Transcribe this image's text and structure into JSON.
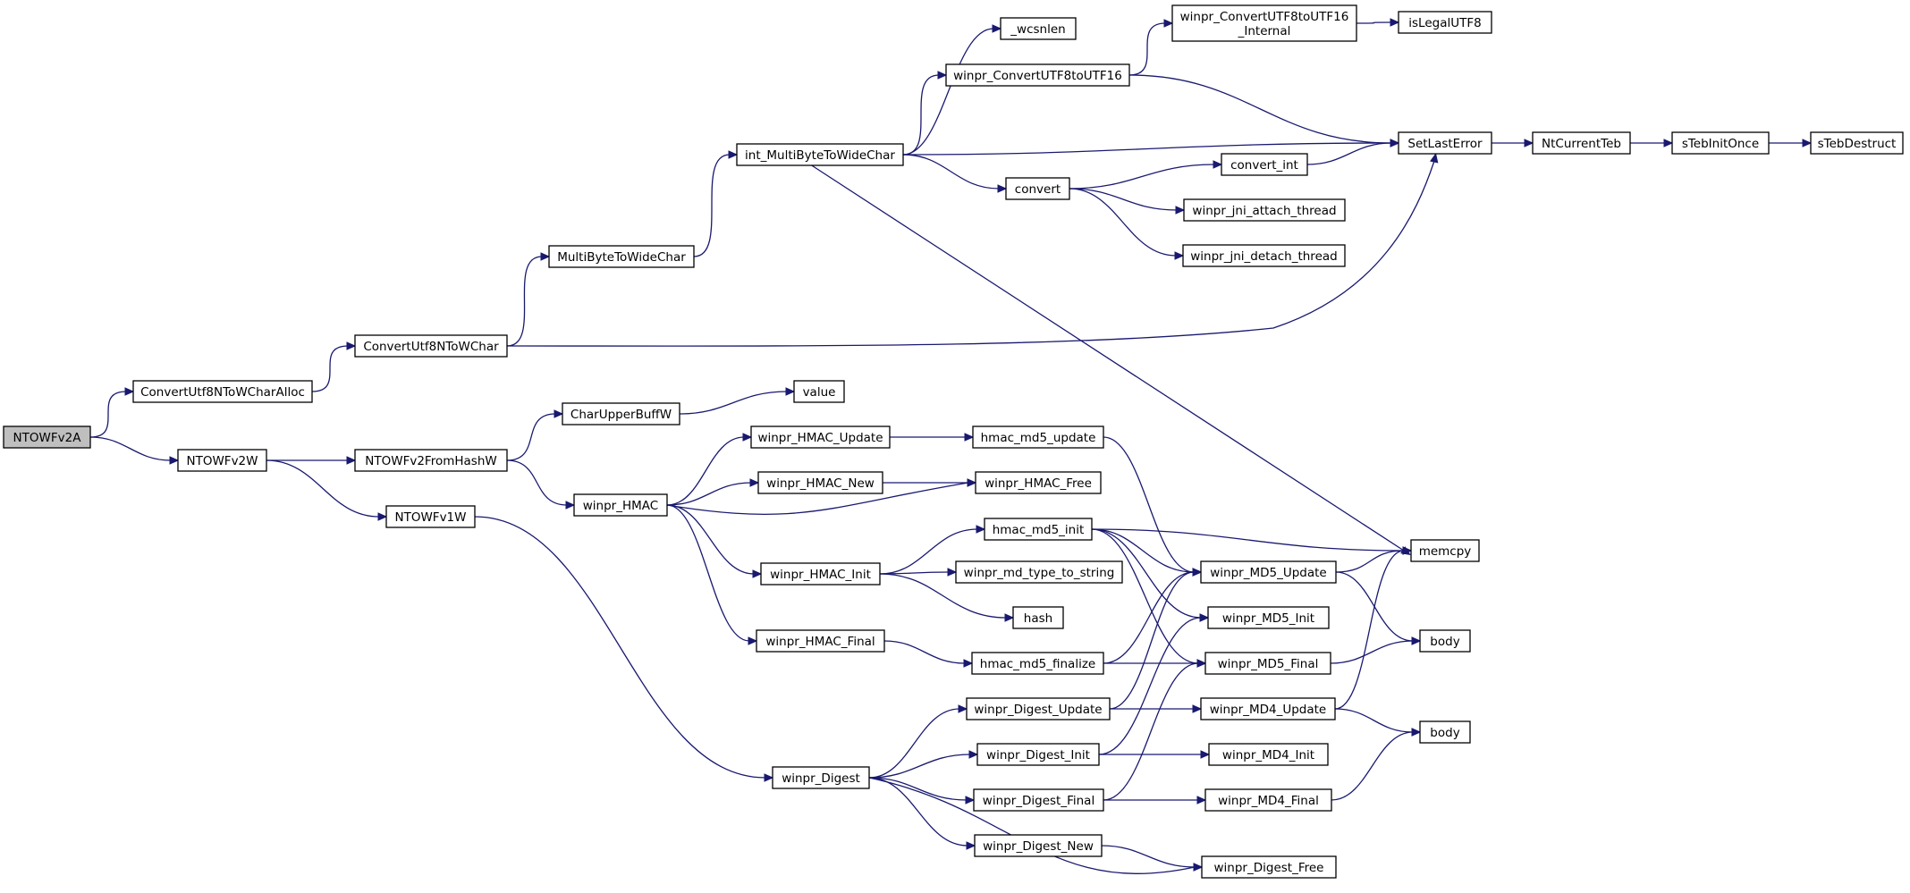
{
  "colors": {
    "edge": "#191970",
    "root_fill": "#bfbfbf",
    "node_fill": "#ffffff",
    "node_border": "#000000"
  },
  "nodes": [
    {
      "id": "NTOWFv2A",
      "label": [
        "NTOWFv2A"
      ],
      "root": true
    },
    {
      "id": "ConvertUtf8NToWCharAlloc",
      "label": [
        "ConvertUtf8NToWCharAlloc"
      ]
    },
    {
      "id": "NTOWFv2W",
      "label": [
        "NTOWFv2W"
      ]
    },
    {
      "id": "ConvertUtf8NToWChar",
      "label": [
        "ConvertUtf8NToWChar"
      ]
    },
    {
      "id": "NTOWFv2FromHashW",
      "label": [
        "NTOWFv2FromHashW"
      ]
    },
    {
      "id": "NTOWFv1W",
      "label": [
        "NTOWFv1W"
      ]
    },
    {
      "id": "MultiByteToWideChar",
      "label": [
        "MultiByteToWideChar"
      ]
    },
    {
      "id": "CharUpperBuffW",
      "label": [
        "CharUpperBuffW"
      ]
    },
    {
      "id": "winpr_HMAC",
      "label": [
        "winpr_HMAC"
      ]
    },
    {
      "id": "int_MultiByteToWideChar",
      "label": [
        "int_MultiByteToWideChar"
      ]
    },
    {
      "id": "winpr_HMAC_Update",
      "label": [
        "winpr_HMAC_Update"
      ]
    },
    {
      "id": "winpr_HMAC_New",
      "label": [
        "winpr_HMAC_New"
      ]
    },
    {
      "id": "winpr_HMAC_Init",
      "label": [
        "winpr_HMAC_Init"
      ]
    },
    {
      "id": "winpr_HMAC_Final",
      "label": [
        "winpr_HMAC_Final"
      ]
    },
    {
      "id": "winpr_Digest",
      "label": [
        "winpr_Digest"
      ]
    },
    {
      "id": "value",
      "label": [
        "value"
      ]
    },
    {
      "id": "_wcsnlen",
      "label": [
        "_wcsnlen"
      ]
    },
    {
      "id": "winpr_ConvertUTF8toUTF16",
      "label": [
        "winpr_ConvertUTF8toUTF16"
      ]
    },
    {
      "id": "convert",
      "label": [
        "convert"
      ]
    },
    {
      "id": "hmac_md5_update",
      "label": [
        "hmac_md5_update"
      ]
    },
    {
      "id": "winpr_HMAC_Free",
      "label": [
        "winpr_HMAC_Free"
      ]
    },
    {
      "id": "hmac_md5_init",
      "label": [
        "hmac_md5_init"
      ]
    },
    {
      "id": "winpr_md_type_to_string",
      "label": [
        "winpr_md_type_to_string"
      ]
    },
    {
      "id": "hash",
      "label": [
        "hash"
      ]
    },
    {
      "id": "hmac_md5_finalize",
      "label": [
        "hmac_md5_finalize"
      ]
    },
    {
      "id": "winpr_Digest_Update",
      "label": [
        "winpr_Digest_Update"
      ]
    },
    {
      "id": "winpr_Digest_Init",
      "label": [
        "winpr_Digest_Init"
      ]
    },
    {
      "id": "winpr_Digest_Final",
      "label": [
        "winpr_Digest_Final"
      ]
    },
    {
      "id": "winpr_Digest_New",
      "label": [
        "winpr_Digest_New"
      ]
    },
    {
      "id": "winpr_ConvertUTF8toUTF16_Internal",
      "label": [
        "winpr_ConvertUTF8toUTF16",
        "_Internal"
      ]
    },
    {
      "id": "convert_int",
      "label": [
        "convert_int"
      ]
    },
    {
      "id": "winpr_jni_attach_thread",
      "label": [
        "winpr_jni_attach_thread"
      ]
    },
    {
      "id": "winpr_jni_detach_thread",
      "label": [
        "winpr_jni_detach_thread"
      ]
    },
    {
      "id": "winpr_MD5_Update",
      "label": [
        "winpr_MD5_Update"
      ]
    },
    {
      "id": "winpr_MD5_Init",
      "label": [
        "winpr_MD5_Init"
      ]
    },
    {
      "id": "winpr_MD5_Final",
      "label": [
        "winpr_MD5_Final"
      ]
    },
    {
      "id": "winpr_MD4_Update",
      "label": [
        "winpr_MD4_Update"
      ]
    },
    {
      "id": "winpr_MD4_Init",
      "label": [
        "winpr_MD4_Init"
      ]
    },
    {
      "id": "winpr_MD4_Final",
      "label": [
        "winpr_MD4_Final"
      ]
    },
    {
      "id": "winpr_Digest_Free",
      "label": [
        "winpr_Digest_Free"
      ]
    },
    {
      "id": "isLegalUTF8",
      "label": [
        "isLegalUTF8"
      ]
    },
    {
      "id": "SetLastError",
      "label": [
        "SetLastError"
      ]
    },
    {
      "id": "memcpy",
      "label": [
        "memcpy"
      ]
    },
    {
      "id": "body1",
      "label": [
        "body"
      ]
    },
    {
      "id": "body2",
      "label": [
        "body"
      ]
    },
    {
      "id": "NtCurrentTeb",
      "label": [
        "NtCurrentTeb"
      ]
    },
    {
      "id": "sTebInitOnce",
      "label": [
        "sTebInitOnce"
      ]
    },
    {
      "id": "sTebDestruct",
      "label": [
        "sTebDestruct"
      ]
    }
  ],
  "edges": [
    [
      "NTOWFv2A",
      "ConvertUtf8NToWCharAlloc"
    ],
    [
      "NTOWFv2A",
      "NTOWFv2W"
    ],
    [
      "ConvertUtf8NToWCharAlloc",
      "ConvertUtf8NToWChar"
    ],
    [
      "ConvertUtf8NToWChar",
      "MultiByteToWideChar"
    ],
    [
      "ConvertUtf8NToWChar",
      "SetLastError"
    ],
    [
      "MultiByteToWideChar",
      "int_MultiByteToWideChar"
    ],
    [
      "int_MultiByteToWideChar",
      "_wcsnlen"
    ],
    [
      "int_MultiByteToWideChar",
      "winpr_ConvertUTF8toUTF16"
    ],
    [
      "int_MultiByteToWideChar",
      "SetLastError"
    ],
    [
      "int_MultiByteToWideChar",
      "convert"
    ],
    [
      "int_MultiByteToWideChar",
      "memcpy"
    ],
    [
      "winpr_ConvertUTF8toUTF16",
      "winpr_ConvertUTF8toUTF16_Internal"
    ],
    [
      "winpr_ConvertUTF8toUTF16",
      "SetLastError"
    ],
    [
      "winpr_ConvertUTF8toUTF16_Internal",
      "isLegalUTF8"
    ],
    [
      "convert",
      "convert_int"
    ],
    [
      "convert",
      "winpr_jni_attach_thread"
    ],
    [
      "convert",
      "winpr_jni_detach_thread"
    ],
    [
      "convert_int",
      "SetLastError"
    ],
    [
      "SetLastError",
      "NtCurrentTeb"
    ],
    [
      "NtCurrentTeb",
      "sTebInitOnce"
    ],
    [
      "sTebInitOnce",
      "sTebDestruct"
    ],
    [
      "NTOWFv2W",
      "NTOWFv2FromHashW"
    ],
    [
      "NTOWFv2W",
      "NTOWFv1W"
    ],
    [
      "NTOWFv2FromHashW",
      "CharUpperBuffW"
    ],
    [
      "NTOWFv2FromHashW",
      "winpr_HMAC"
    ],
    [
      "CharUpperBuffW",
      "value"
    ],
    [
      "winpr_HMAC",
      "winpr_HMAC_Update"
    ],
    [
      "winpr_HMAC",
      "winpr_HMAC_New"
    ],
    [
      "winpr_HMAC",
      "winpr_HMAC_Free"
    ],
    [
      "winpr_HMAC",
      "winpr_HMAC_Init"
    ],
    [
      "winpr_HMAC",
      "winpr_HMAC_Final"
    ],
    [
      "winpr_HMAC_Update",
      "hmac_md5_update"
    ],
    [
      "winpr_HMAC_New",
      "winpr_HMAC_Free"
    ],
    [
      "winpr_HMAC_Init",
      "hmac_md5_init"
    ],
    [
      "winpr_HMAC_Init",
      "winpr_md_type_to_string"
    ],
    [
      "winpr_HMAC_Init",
      "hash"
    ],
    [
      "winpr_HMAC_Final",
      "hmac_md5_finalize"
    ],
    [
      "hmac_md5_update",
      "winpr_MD5_Update"
    ],
    [
      "hmac_md5_init",
      "memcpy"
    ],
    [
      "hmac_md5_init",
      "winpr_MD5_Update"
    ],
    [
      "hmac_md5_init",
      "winpr_MD5_Init"
    ],
    [
      "hmac_md5_init",
      "winpr_MD5_Final"
    ],
    [
      "hmac_md5_finalize",
      "winpr_MD5_Update"
    ],
    [
      "hmac_md5_finalize",
      "winpr_MD5_Final"
    ],
    [
      "winpr_MD5_Update",
      "memcpy"
    ],
    [
      "winpr_MD5_Update",
      "body1"
    ],
    [
      "winpr_MD5_Final",
      "body1"
    ],
    [
      "NTOWFv1W",
      "winpr_Digest"
    ],
    [
      "winpr_Digest",
      "winpr_Digest_Update"
    ],
    [
      "winpr_Digest",
      "winpr_Digest_Init"
    ],
    [
      "winpr_Digest",
      "winpr_Digest_Final"
    ],
    [
      "winpr_Digest",
      "winpr_Digest_New"
    ],
    [
      "winpr_Digest",
      "winpr_Digest_Free"
    ],
    [
      "winpr_Digest_Update",
      "winpr_MD5_Update"
    ],
    [
      "winpr_Digest_Update",
      "winpr_MD4_Update"
    ],
    [
      "winpr_Digest_Init",
      "winpr_MD5_Init"
    ],
    [
      "winpr_Digest_Init",
      "winpr_MD4_Init"
    ],
    [
      "winpr_Digest_Final",
      "winpr_MD5_Final"
    ],
    [
      "winpr_Digest_Final",
      "winpr_MD4_Final"
    ],
    [
      "winpr_Digest_New",
      "winpr_Digest_Free"
    ],
    [
      "winpr_MD4_Update",
      "memcpy"
    ],
    [
      "winpr_MD4_Update",
      "body2"
    ],
    [
      "winpr_MD4_Final",
      "body2"
    ]
  ]
}
